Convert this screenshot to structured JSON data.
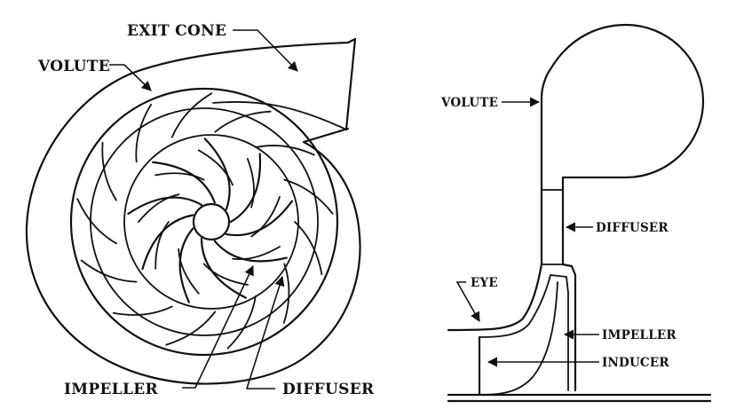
{
  "front_view": {
    "labels": {
      "exit_cone": "EXIT CONE",
      "volute": "VOLUTE",
      "impeller": "IMPELLER",
      "diffuser": "DIFFUSER"
    }
  },
  "side_view": {
    "labels": {
      "volute": "VOLUTE",
      "diffuser": "DIFFUSER",
      "eye": "EYE",
      "impeller": "IMPELLER",
      "inducer": "INDUCER"
    }
  },
  "colors": {
    "line": "#111111",
    "background": "#ffffff"
  }
}
